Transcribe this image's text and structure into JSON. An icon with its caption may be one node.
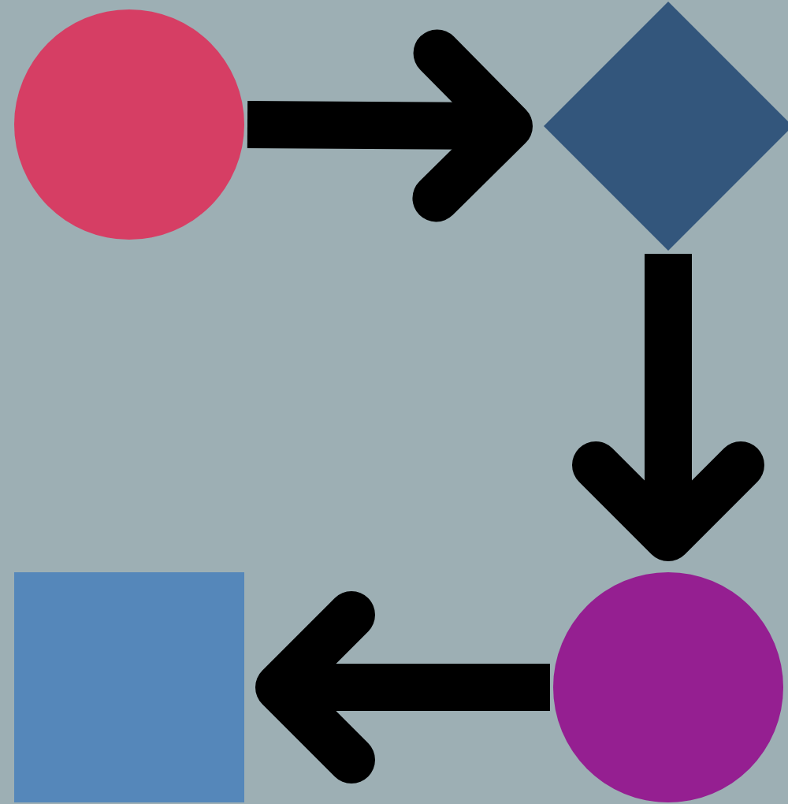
{
  "diagram": {
    "nodes": [
      {
        "text": [],
        "shape": "circle"
      },
      {
        "text": [],
        "shape": "diamond"
      },
      {
        "text": [],
        "shape": "box"
      },
      {
        "text": [],
        "shape": "circle"
      }
    ],
    "edges": [
      {
        "from": 0,
        "to": 1,
        "arrow": "to"
      },
      {
        "from": 1,
        "to": 3,
        "arrow": "to"
      },
      {
        "from": 3,
        "to": 2,
        "arrow": "to"
      }
    ]
  }
}
